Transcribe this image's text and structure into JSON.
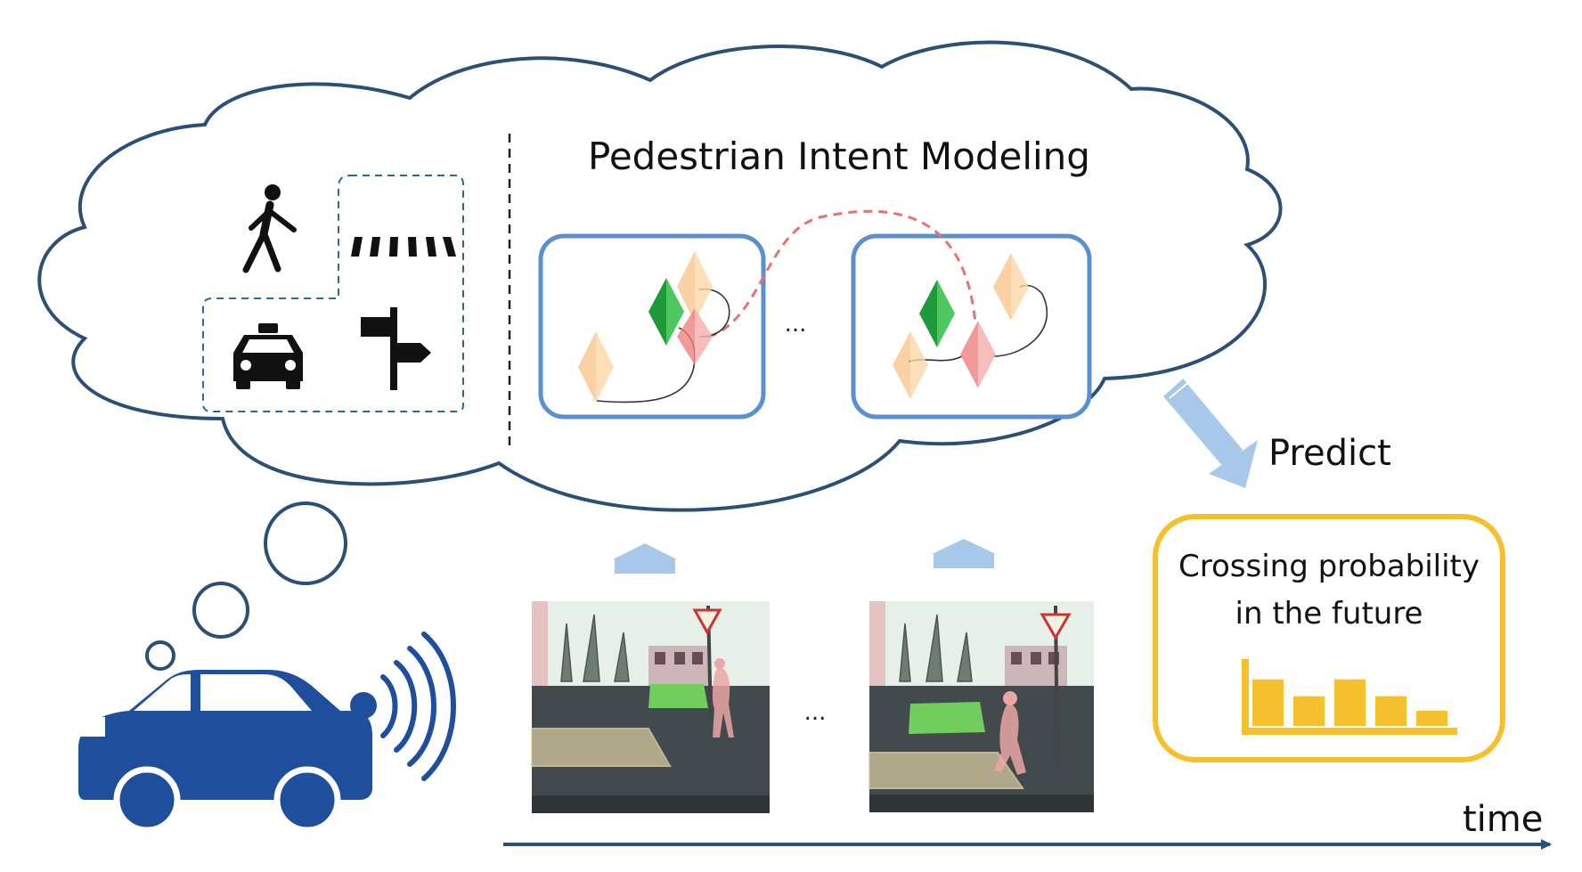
{
  "title": "Pedestrian Intent Modeling",
  "ellipsis_graph": "...",
  "ellipsis_frames": "...",
  "predict_label": "Predict",
  "output_box": {
    "line1": "Crossing probability",
    "line2": "in the future",
    "histogram_values": [
      0.55,
      0.35,
      0.55,
      0.35,
      0.18
    ]
  },
  "time_label": "time",
  "colors": {
    "dark_blue": "#2c4f76",
    "car_blue": "#1f4e9c",
    "box_blue": "#5b8fcf",
    "arrow_light": "#a8c8ea",
    "yellow": "#f5c02c",
    "node_orange": "#f9c88a",
    "node_green": "#2eb34a",
    "node_red": "#ef8c8c",
    "edge_red": "#e57373"
  },
  "icons": [
    "pedestrian-icon",
    "crosswalk-icon",
    "taxi-icon",
    "signpost-icon",
    "car-icon",
    "wireless-signal-icon",
    "histogram-icon"
  ]
}
